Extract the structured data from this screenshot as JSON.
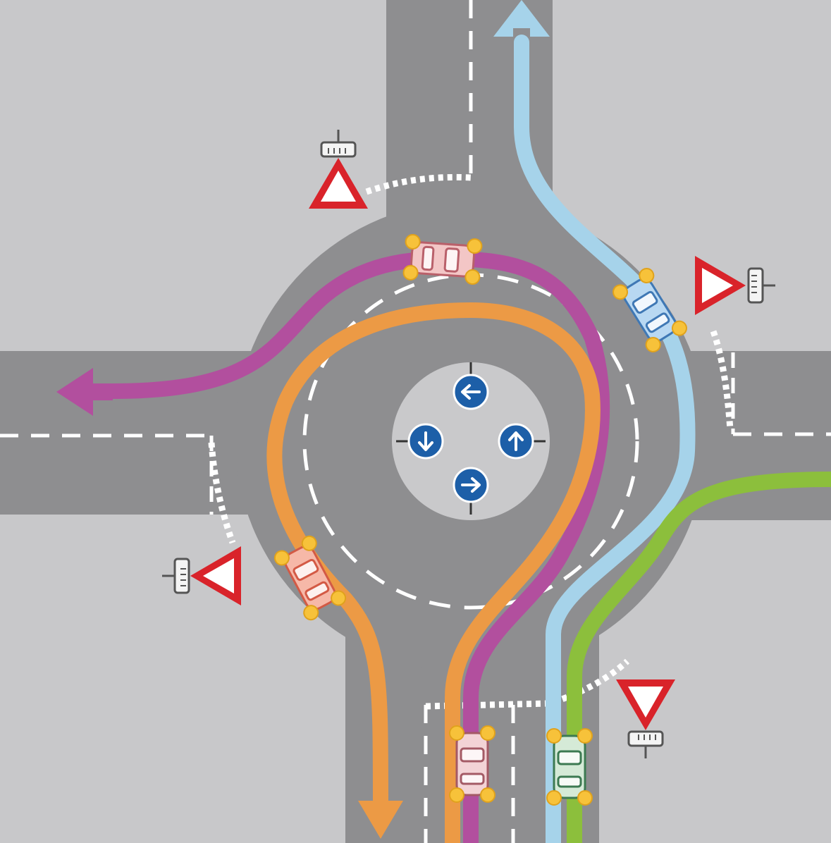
{
  "colors": {
    "background": "#c8c8ca",
    "road": "#8e8e90",
    "island": "#c9c9cb",
    "marking": "#ffffff",
    "route_purple": "#b24f9e",
    "route_orange": "#ec9a45",
    "route_blue": "#a6d3ea",
    "route_green": "#8cbf3c",
    "sign_red": "#d9232a",
    "sign_blue": "#1d5fa8",
    "car_red": "#f3c6c6",
    "car_blue": "#b8d8f2",
    "car_green": "#d5ead7",
    "indicator": "#f7c23a"
  },
  "icons": {
    "yield": "yield-sign-icon",
    "roundabout": "roundabout-sign-icon",
    "car": "car-icon",
    "arrow": "route-arrow-icon"
  },
  "routes": [
    {
      "name": "left-turn",
      "color_key": "route_purple"
    },
    {
      "name": "u-turn",
      "color_key": "route_orange"
    },
    {
      "name": "straight",
      "color_key": "route_blue"
    },
    {
      "name": "right-turn",
      "color_key": "route_green"
    }
  ]
}
